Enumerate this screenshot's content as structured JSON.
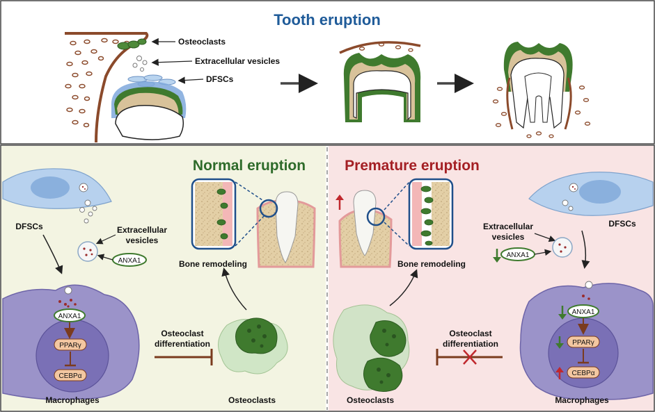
{
  "top": {
    "title": "Tooth eruption",
    "labels": {
      "osteoclasts": "Osteoclasts",
      "vesicles": "Extracellular vesicles",
      "dfscs": "DFSCs"
    }
  },
  "normal": {
    "title": "Normal eruption",
    "dfscs": "DFSCs",
    "vesicles": [
      "Extracellular",
      "vesicles"
    ],
    "anxa1": "ANXA1",
    "cell_anxa1": "ANXA1",
    "ppar": "PPARγ",
    "cebp": "CEBPα",
    "macrophages": "Macrophages",
    "bone_remodeling": "Bone remodeling",
    "osteoclast_diff": [
      "Osteoclast",
      "differentiation"
    ],
    "osteoclasts": "Osteoclasts"
  },
  "premature": {
    "title": "Premature eruption",
    "dfscs": "DFSCs",
    "vesicles": [
      "Extracellular",
      "vesicles"
    ],
    "anxa1": "ANXA1",
    "cell_anxa1": "ANXA1",
    "ppar": "PPARγ",
    "cebp": "CEBPα",
    "macrophages": "Macrophages",
    "bone_remodeling": "Bone remodeling",
    "osteoclast_diff": [
      "Osteoclast",
      "differentiation"
    ],
    "osteoclasts": "Osteoclasts"
  },
  "colors": {
    "normal_title": "#2e6b2a",
    "premature_title": "#a41f24",
    "tooth_title": "#1f5b99",
    "brown": "#8b4a2b",
    "green": "#3f7a2e",
    "up_arrow": "#c0282d",
    "down_arrow": "#3f7a2e"
  }
}
